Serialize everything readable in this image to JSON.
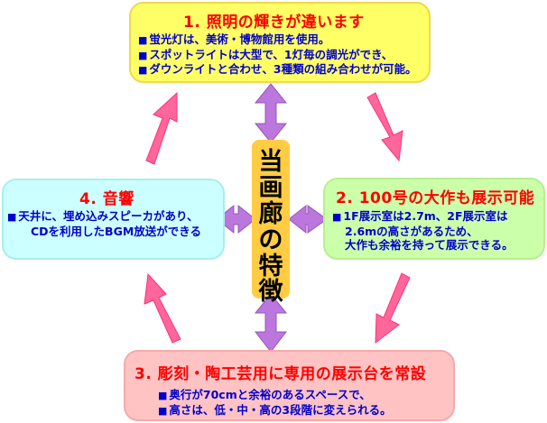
{
  "center": {
    "title": [
      "当",
      "画",
      "廊",
      "の",
      "特",
      "徴"
    ]
  },
  "features": [
    {
      "title": "1. 照明の輝きが違います",
      "lines": [
        "蛍光灯は、美術・博物館用を使用。",
        "スポットライトは大型で、1灯毎の調光ができ、",
        "ダウンライトと合わせ、3種類の組み合わせが可能。"
      ],
      "bullets": [
        true,
        true,
        true
      ]
    },
    {
      "title": "2. 100号の大作も展示可能",
      "lines": [
        "1F展示室は2.7m、2F展示室は",
        "2.6mの高さがあるため、",
        "大作も余裕を持って展示できる。"
      ],
      "bullets": [
        true,
        false,
        false
      ]
    },
    {
      "title": "3. 彫刻・陶工芸用に専用の展示台を常設",
      "lines": [
        "奥行が70cmと余裕のあるスペースで、",
        "高さは、低・中・高の3段階に変えられる。"
      ],
      "bullets": [
        true,
        true
      ]
    },
    {
      "title": "4. 音響",
      "lines": [
        "天井に、埋め込みスピーカがあり、",
        "CDを利用したBGM放送ができる"
      ],
      "bullets": [
        true,
        false
      ]
    }
  ],
  "colors": {
    "title_text": "#ff0000",
    "body_text": "#0000cc",
    "center_fill": "#ffcc44",
    "double_arrow": "#bb66dd",
    "cycle_arrow": "#ff6699"
  }
}
